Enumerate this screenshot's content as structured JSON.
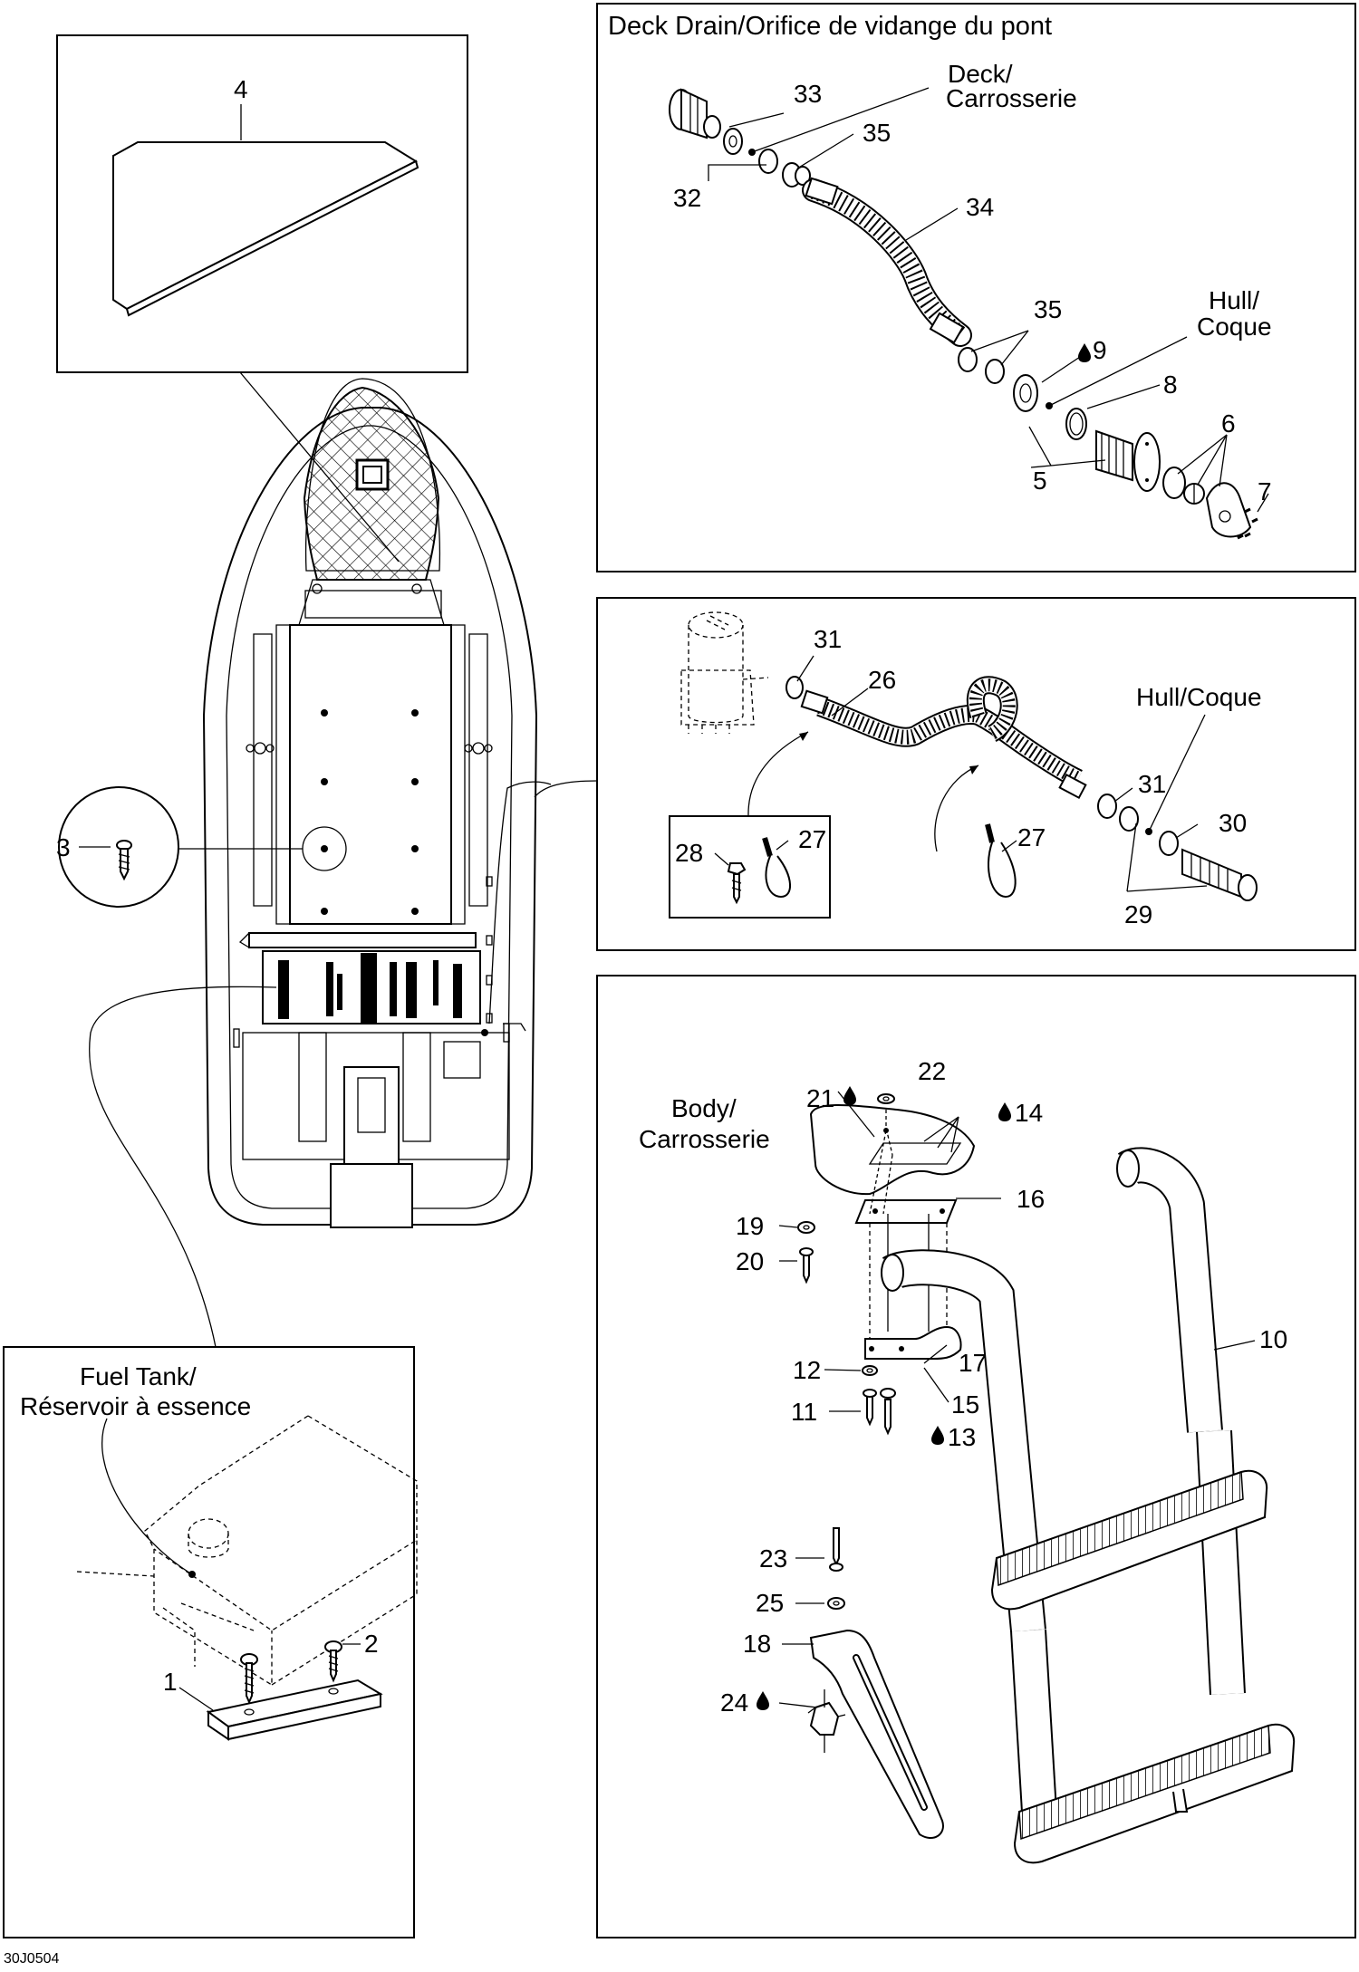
{
  "diagram_code": "30J0504",
  "labels": {
    "l1": "1",
    "l2": "2",
    "l3": "3",
    "l4": "4",
    "l5": "5",
    "l6": "6",
    "l7": "7",
    "l8": "8",
    "l9": "9",
    "l10": "10",
    "l11": "11",
    "l12": "12",
    "l13": "13",
    "l14": "14",
    "l15": "15",
    "l16": "16",
    "l17": "17",
    "l18": "18",
    "l19": "19",
    "l20": "20",
    "l21": "21",
    "l22": "22",
    "l23": "23",
    "l24": "24",
    "l25": "25",
    "l26": "26",
    "l27a": "27",
    "l27b": "27",
    "l28": "28",
    "l29": "29",
    "l30": "30",
    "l31a": "31",
    "l31b": "31",
    "l32": "32",
    "l33": "33",
    "l34": "34",
    "l35a": "35",
    "l35b": "35"
  },
  "deck_drain": {
    "title": "Deck Drain/Orifice de vidange du pont",
    "deck_line1": "Deck/",
    "deck_line2": "Carrosserie",
    "hull_line1": "Hull/",
    "hull_line2": "Coque"
  },
  "bilge": {
    "hull": "Hull/Coque"
  },
  "ladder": {
    "body_line1": "Body/",
    "body_line2": "Carrosserie"
  },
  "fuel_tank": {
    "line1": "Fuel Tank/",
    "line2": "Réservoir à essence"
  }
}
